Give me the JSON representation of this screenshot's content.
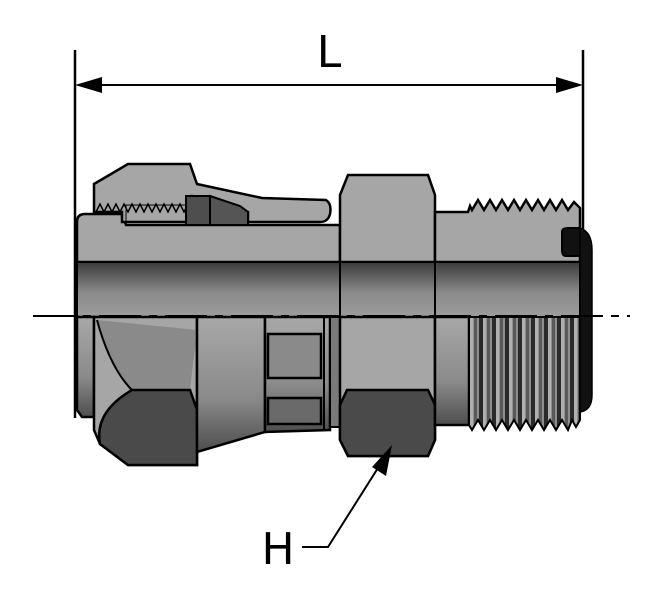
{
  "figure": {
    "type": "technical-drawing",
    "subject": "hydraulic straight fitting, half-section view",
    "background": "#ffffff"
  },
  "dimensions": {
    "length_label": "L",
    "hex_label": "H"
  },
  "colors": {
    "outline": "#000000",
    "body_light": "#a6a6a6",
    "body_mid": "#8c8c8c",
    "hex_face_dark": "#4a4a4a",
    "insert_dark": "#5a5a5a",
    "oring": "#111111",
    "bore_gradient_top": "#3c3c3c",
    "bore_gradient_bottom": "#9a9a9a"
  },
  "parts": [
    {
      "name": "swivel-nut",
      "description": "left hex nut with internal thread"
    },
    {
      "name": "sleeve-insert",
      "description": "dark insert under nut"
    },
    {
      "name": "body-hex",
      "description": "central hex flats (H)"
    },
    {
      "name": "male-thread",
      "description": "right external thread"
    },
    {
      "name": "o-ring",
      "description": "seal at right end"
    }
  ]
}
